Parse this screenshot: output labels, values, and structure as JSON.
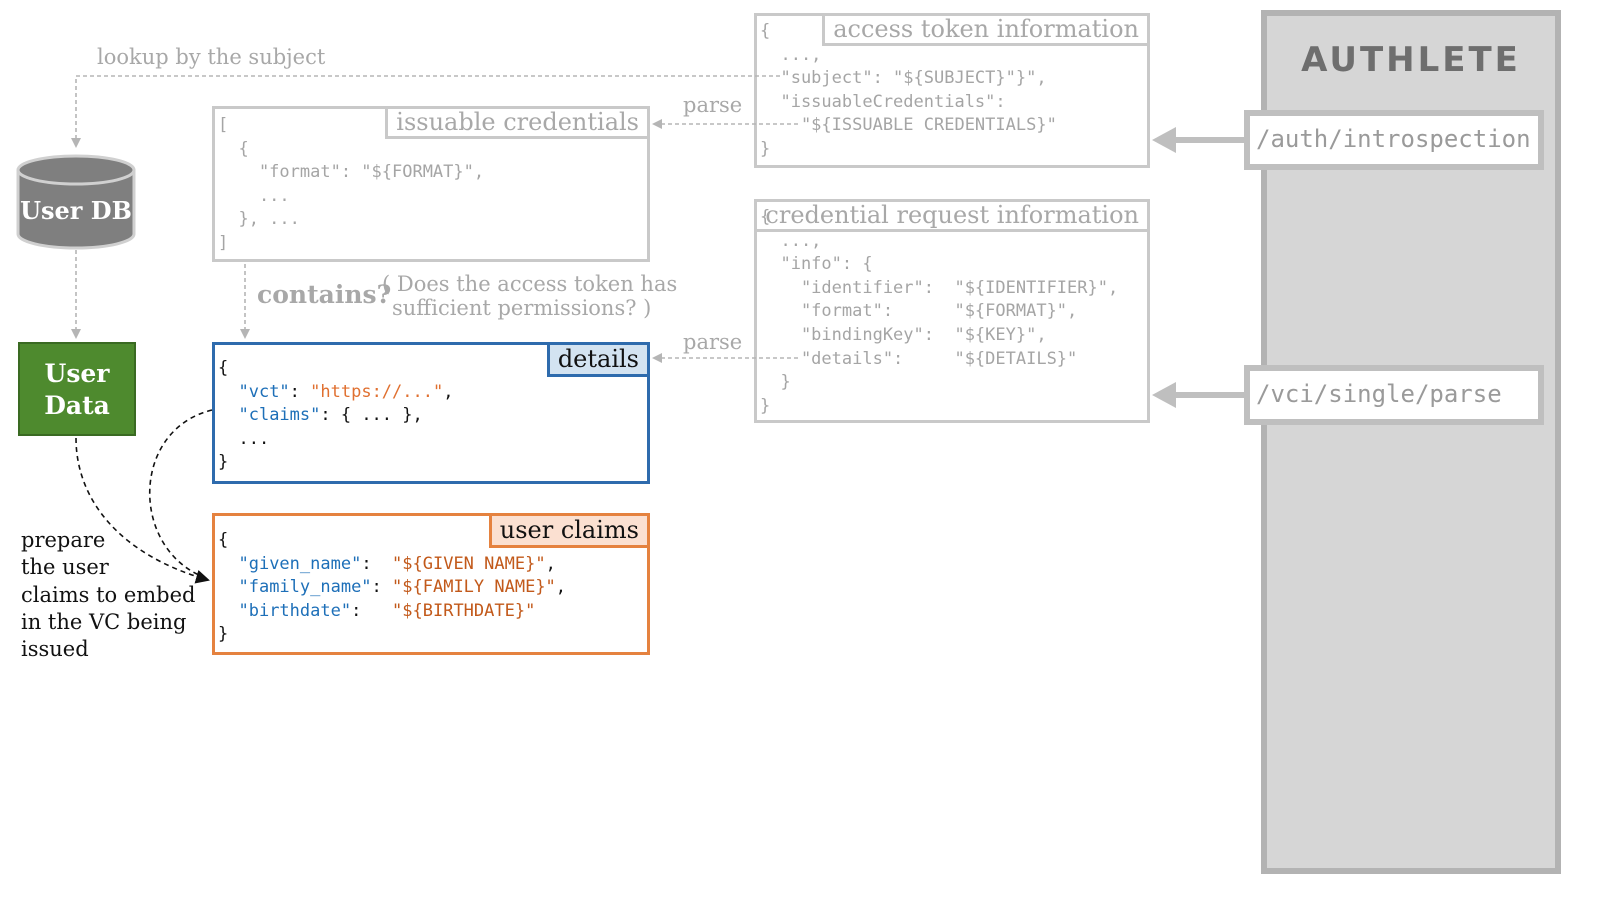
{
  "authlete": {
    "logo_text": "AUTHLETE",
    "endpoint_introspection": "/auth/introspection",
    "endpoint_vci_parse": "/vci/single/parse"
  },
  "access_token_info": {
    "title": "access token information",
    "lines": [
      "{",
      "  ...,",
      "  \"subject\": \"${SUBJECT}\"}\",",
      "  \"issuableCredentials\":",
      "    \"${ISSUABLE CREDENTIALS}\"",
      "}"
    ]
  },
  "credential_request_info": {
    "title": "credential request information",
    "lines": [
      "{",
      "  ...,",
      "  \"info\": {",
      "    \"identifier\":  \"${IDENTIFIER}\",",
      "    \"format\":      \"${FORMAT}\",",
      "    \"bindingKey\":  \"${KEY}\",",
      "    \"details\":     \"${DETAILS}\"",
      "  }",
      "}"
    ]
  },
  "issuable_credentials": {
    "title": "issuable credentials",
    "lines": [
      "[",
      "  {",
      "    \"format\": \"${FORMAT}\",",
      "    ...",
      "  }, ...",
      "]"
    ]
  },
  "details": {
    "title": "details",
    "open": "{",
    "vct_key": "\"vct\"",
    "vct_value": "\"https://...\"",
    "claims_key": "\"claims\"",
    "claims_rest": ": { ... },",
    "ellipsis": "  ...",
    "close": "}"
  },
  "user_claims": {
    "title": "user claims",
    "open": "{",
    "rows": [
      {
        "key": "\"given_name\"",
        "sep": ":  ",
        "value": "\"${GIVEN NAME}\"",
        "end": ","
      },
      {
        "key": "\"family_name\"",
        "sep": ": ",
        "value": "\"${FAMILY NAME}\"",
        "end": ","
      },
      {
        "key": "\"birthdate\"",
        "sep": ":   ",
        "value": "\"${BIRTHDATE}\"",
        "end": ""
      }
    ],
    "close": "}"
  },
  "user_db": {
    "label": "User DB"
  },
  "user_data": {
    "line1": "User",
    "line2": "Data"
  },
  "labels": {
    "lookup": "lookup by the subject",
    "parse_top": "parse",
    "parse_bottom": "parse",
    "contains": "contains?",
    "question_line1": "( Does the access token has",
    "question_line2": "sufficient permissions? )",
    "prepare": [
      "prepare",
      "the user",
      "claims to embed",
      "in the VC being",
      "issued"
    ]
  },
  "colors": {
    "authlete_panel": "#d6d6d6",
    "details_border": "#2e6bad",
    "details_tag": "#d3e3f1",
    "claims_border": "#e5823f",
    "claims_tag": "#fbe0d1",
    "user_db": "#7f7f7f",
    "user_data": "#4e8a2e"
  }
}
